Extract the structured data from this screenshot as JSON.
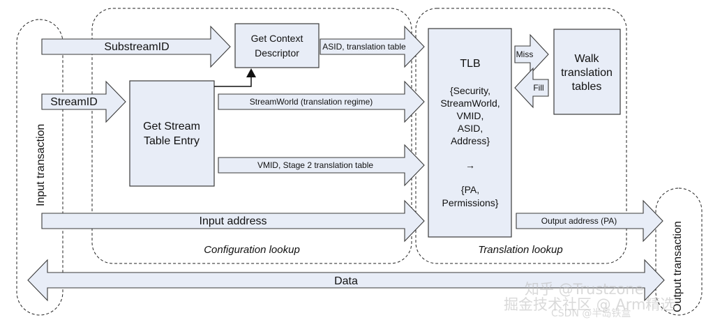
{
  "inputs": {
    "substream_id": "SubstreamID",
    "stream_id": "StreamID",
    "input_address": "Input address",
    "data": "Data"
  },
  "boxes": {
    "get_context_descriptor": [
      "Get Context",
      "Descriptor"
    ],
    "get_stream_table_entry": [
      "Get Stream",
      "Table Entry"
    ],
    "tlb": {
      "title": "TLB",
      "lines": [
        "{Security,",
        "StreamWorld,",
        "VMID,",
        "ASID,",
        "Address}",
        "→",
        "{PA,",
        "Permissions}"
      ]
    },
    "walk_translation_tables": [
      "Walk",
      "translation",
      "tables"
    ]
  },
  "arrows": {
    "asid_table": "ASID, translation table",
    "stream_world": "StreamWorld (translation regime)",
    "vmid_stage2": "VMID, Stage 2 translation table",
    "output_address": "Output address (PA)",
    "miss": "Miss",
    "fill": "Fill"
  },
  "regions": {
    "input_transaction": "Input transaction",
    "output_transaction": "Output transaction",
    "configuration_lookup": "Configuration lookup",
    "translation_lookup": "Translation lookup"
  },
  "watermark": {
    "line1": "知乎 @Trustzone",
    "line2": "掘金技术社区 @ Arm精选",
    "line3": "CSDN @半岛铁盒"
  }
}
